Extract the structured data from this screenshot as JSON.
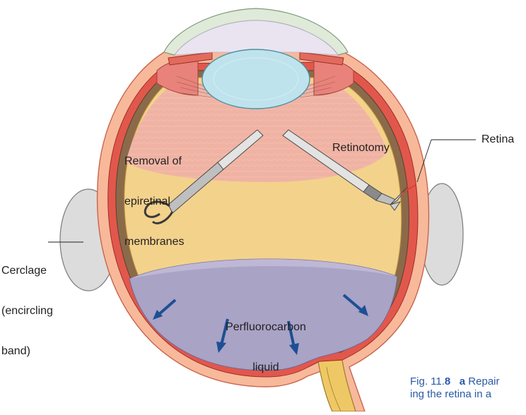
{
  "labels": {
    "removal": [
      "Removal of",
      "epiretinal",
      "membranes"
    ],
    "retinotomy": "Retinotomy",
    "retina": "Retina",
    "cerclage": [
      "Cerclage",
      "(encircling",
      "band)"
    ],
    "pfc": [
      "Perfluorocarbon",
      "liquid"
    ]
  },
  "caption": {
    "fig_prefix": "Fig. 11.",
    "fig_bold": "8",
    "part": "a",
    "line1_rest": "Repair",
    "line2": "ing the retina in a"
  },
  "colors": {
    "cornea": "#e9e4f0",
    "lens": "#bfe3ec",
    "sclera": "#f7b99a",
    "choroid": "#e2574c",
    "vitreous": "#f3d28c",
    "pink_zone": "#f0b3a3",
    "pfc_liquid": "#a9a3c6",
    "band": "#dcdcdc",
    "arrow": "#1d4f95",
    "instrument": "#cfcfcf",
    "optic_nerve": "#efc866",
    "caption_blue": "#2a5aa6"
  }
}
